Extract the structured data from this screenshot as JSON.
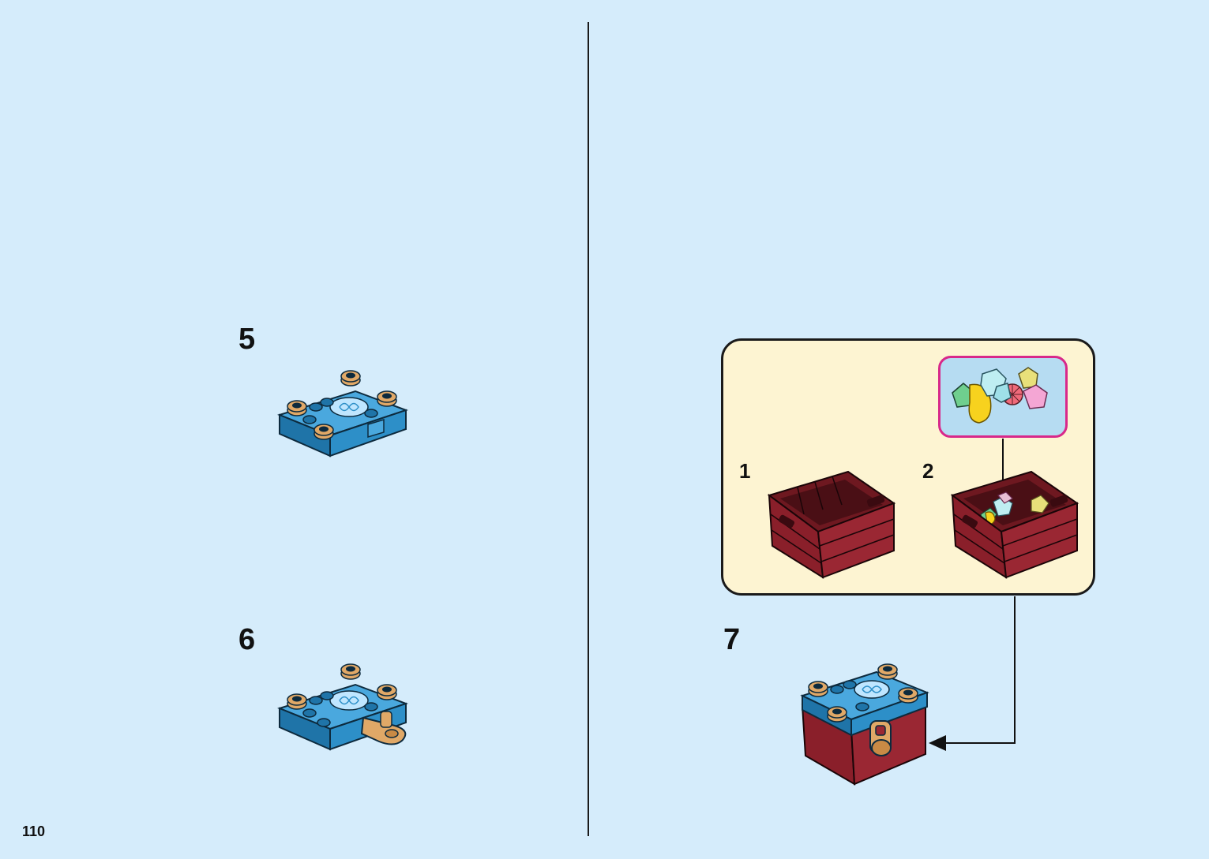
{
  "page_number": "110",
  "steps": {
    "step5": {
      "number": "5"
    },
    "step6": {
      "number": "6"
    },
    "step7": {
      "number": "7",
      "callout": {
        "sub1": {
          "number": "1"
        },
        "sub2": {
          "number": "2"
        }
      }
    }
  },
  "colors": {
    "background": "#d5ecfb",
    "callout_background": "#fdf4d2",
    "parts_box_border": "#d8288a",
    "parts_box_background": "#b6dcf2",
    "brick_blue": "#2d8fc8",
    "brick_tan": "#e0a867",
    "brick_dark_red": "#8a1f2a"
  }
}
